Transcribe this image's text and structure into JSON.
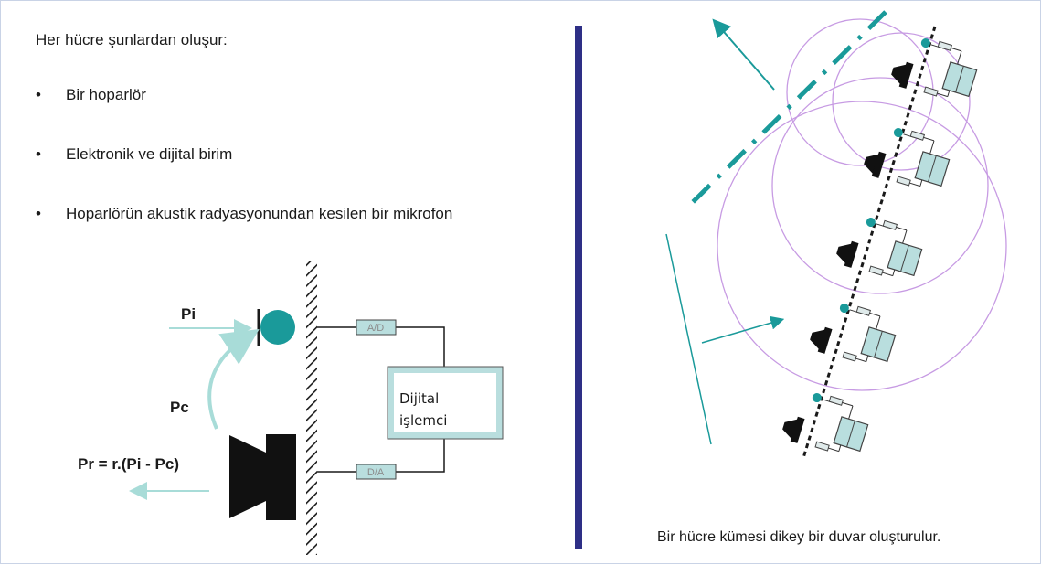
{
  "left_panel": {
    "heading": "Her hücre şunlardan oluşur:",
    "bullet_symbol": "•",
    "bullets": [
      "Bir hoparlör",
      "Elektronik ve dijital birim",
      "Hoparlörün akustik radyasyonundan kesilen bir mikrofon"
    ]
  },
  "cell_diagram": {
    "labels": {
      "pi": "Pi",
      "pc": "Pc",
      "pr": "Pr = r.(Pi - Pc)",
      "ad": "A/D",
      "da": "D/A",
      "processor_line1": "Dijital",
      "processor_line2": "işlemci"
    },
    "icons": [
      "microphone-icon",
      "loudspeaker-icon"
    ]
  },
  "right_panel": {
    "caption": "Bir hücre kümesi dikey bir duvar oluşturulur."
  },
  "colors": {
    "teal": "#1a9a9a",
    "light_teal": "#a8dcd8",
    "box_fill": "#b9dede",
    "divider": "#2e2f86",
    "circle": "#c79be3",
    "dark": "#1a1a1a"
  }
}
